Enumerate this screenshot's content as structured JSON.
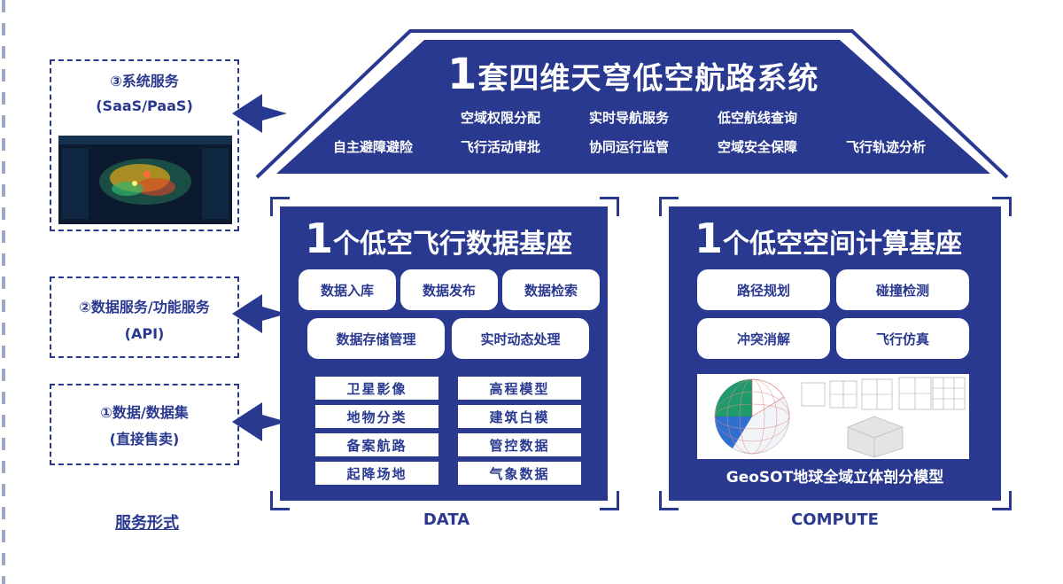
{
  "services": {
    "system": {
      "line1": "③系统服务",
      "line2": "(SaaS/PaaS)"
    },
    "data_function": {
      "line1": "②数据服务/功能服务",
      "line2": "(API)"
    },
    "dataset": {
      "line1": "①数据/数据集",
      "line2": "(直接售卖)"
    },
    "caption": "服务形式"
  },
  "roof": {
    "title_num": "1",
    "title_text": "套四维天穹低空航路系统",
    "items": [
      "空域权限分配",
      "实时导航服务",
      "低空航线查询",
      "自主避障避险",
      "飞行活动审批",
      "协同运行监管",
      "空域安全保障",
      "飞行轨迹分析"
    ]
  },
  "data_panel": {
    "title_num": "1",
    "title_text": "个低空飞行数据基座",
    "pills": [
      "数据入库",
      "数据发布",
      "数据检索",
      "数据存储管理",
      "实时动态处理"
    ],
    "tags": [
      "卫星影像",
      "高程模型",
      "地物分类",
      "建筑白模",
      "备案航路",
      "管控数据",
      "起降场地",
      "气象数据"
    ],
    "label": "DATA"
  },
  "compute_panel": {
    "title_num": "1",
    "title_text": "个低空空间计算基座",
    "pills": [
      "路径规划",
      "碰撞检测",
      "冲突消解",
      "飞行仿真"
    ],
    "model_caption": "GeoSOT地球全域立体剖分模型",
    "label": "COMPUTE"
  },
  "colors": {
    "primary": "#2a3990",
    "background": "#ffffff"
  }
}
